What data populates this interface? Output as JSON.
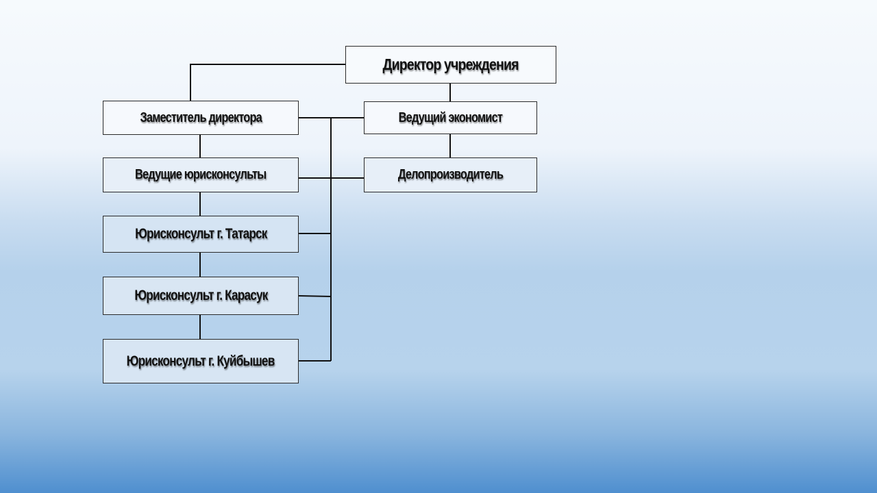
{
  "diagram": {
    "nodes": {
      "director": "Директор  учреждения",
      "deputy": "Заместитель директора",
      "economist": "Ведущий экономист",
      "lead_counsels": "Ведущие юрисконсульты",
      "clerk": "Делопроизводитель",
      "counsel_tatarsk": "Юрисконсульт г. Татарск",
      "counsel_karasuk": "Юрисконсульт г. Карасук",
      "counsel_kuibyshev": "Юрисконсульт г. Куйбышев"
    },
    "edges": [
      [
        "director",
        "deputy"
      ],
      [
        "director",
        "economist"
      ],
      [
        "economist",
        "clerk"
      ],
      [
        "deputy",
        "lead_counsels"
      ],
      [
        "lead_counsels",
        "counsel_tatarsk"
      ],
      [
        "counsel_tatarsk",
        "counsel_karasuk"
      ],
      [
        "counsel_karasuk",
        "counsel_kuibyshev"
      ],
      [
        "deputy",
        "economist"
      ],
      [
        "lead_counsels",
        "clerk"
      ],
      [
        "counsel_tatarsk",
        "economist"
      ],
      [
        "counsel_karasuk",
        "economist"
      ],
      [
        "counsel_kuibyshev",
        "economist"
      ]
    ],
    "line_color": "#111111",
    "border_color": "#2a2a2a"
  }
}
